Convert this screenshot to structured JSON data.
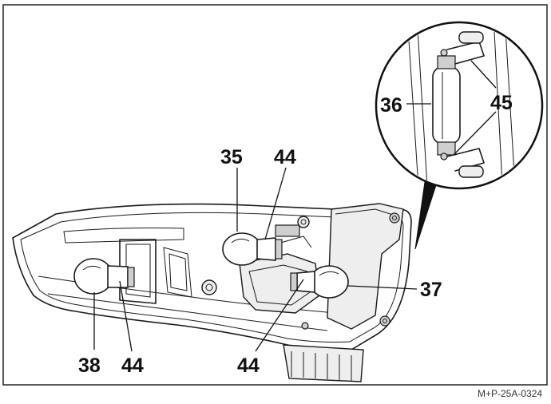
{
  "callouts": {
    "c35": "35",
    "c44_top": "44",
    "c36": "36",
    "c45": "45",
    "c37": "37",
    "c38": "38",
    "c44_left": "44",
    "c44_bottom": "44"
  },
  "reference_code": "M+P-25A-0324",
  "colors": {
    "line": "#1a1a1a",
    "background": "#ffffff"
  }
}
